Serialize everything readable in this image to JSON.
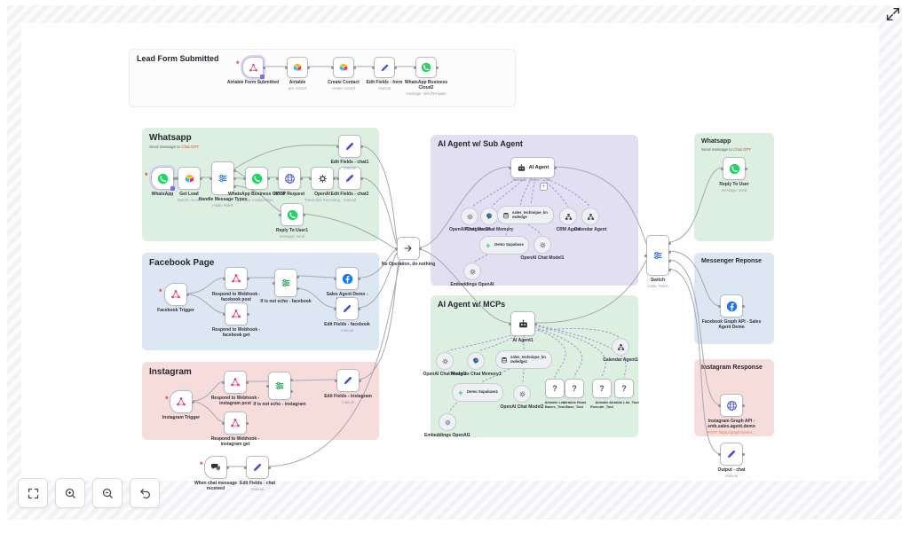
{
  "misc": {
    "qmark": "?",
    "marker": "*",
    "plus": "+"
  },
  "toolbar": {
    "buttons": [
      "fit-view",
      "zoom-in",
      "zoom-out",
      "undo"
    ]
  },
  "sections": {
    "lead_form": {
      "title": "Lead Form Submitted",
      "nodes": [
        {
          "name": "Airtable Form Submitted",
          "sub": ""
        },
        {
          "name": "Airtable",
          "sub": "get: record"
        },
        {
          "name": "Create Contact",
          "sub": "create: record"
        },
        {
          "name": "Edit Fields - form",
          "sub": "manual"
        },
        {
          "name": "WhatsApp Business Cloud2",
          "sub": "message: sendTemplate"
        }
      ]
    },
    "whatsapp_left": {
      "title": "Whatsapp",
      "subtitle": "Send message to ",
      "subtitle_link": "Chat GPT",
      "nodes": [
        {
          "name": "WhatsApp",
          "sub": ""
        },
        {
          "name": "Get Lead",
          "sub": "search: record"
        },
        {
          "name": "Handle Message Types",
          "sub": "mode: Rules"
        },
        {
          "name": "WhatsApp Business Cloud",
          "sub": "media: mediaUrlGet"
        },
        {
          "name": "HTTP Request",
          "sub": ""
        },
        {
          "name": "OpenAI",
          "sub": "Transcribe Recording"
        },
        {
          "name": "Edit Fields - chat2",
          "sub": "manual"
        },
        {
          "name": "Edit Fields - chat1",
          "sub": "manual"
        },
        {
          "name": "Reply To User1",
          "sub": "message: send"
        }
      ]
    },
    "facebook_page": {
      "title": "Facebook Page",
      "nodes": [
        {
          "name": "Facebook Trigger",
          "sub": ""
        },
        {
          "name": "Respond to Webhook - facebook post",
          "sub": ""
        },
        {
          "name": "Respond to Webhook - facebook get",
          "sub": ""
        },
        {
          "name": "If is not echo - facebook",
          "sub": ""
        },
        {
          "name": "Sales Agent Demo - typing_on",
          "sub": ""
        },
        {
          "name": "Edit Fields - facebook",
          "sub": "manual"
        }
      ]
    },
    "instagram": {
      "title": "Instagram",
      "nodes": [
        {
          "name": "Instagram Trigger",
          "sub": ""
        },
        {
          "name": "Respond to Webhook - instagram post",
          "sub": ""
        },
        {
          "name": "Respond to Webhook - instagram get",
          "sub": ""
        },
        {
          "name": "If is not echo - instagram",
          "sub": ""
        },
        {
          "name": "Edit Fields - instagram",
          "sub": "manual"
        }
      ]
    },
    "agent_sub": {
      "title": "AI Agent w/ Sub Agent",
      "agent": {
        "name": "AI Agent"
      },
      "ports": [
        "Chat Model",
        "Memory",
        "Tool"
      ],
      "nodes": [
        {
          "name": "OpenAI Chat Model"
        },
        {
          "name": "Postgres Chat Memory"
        },
        {
          "name": "sales_technique_knowledge"
        },
        {
          "name": "CRM Agent"
        },
        {
          "name": "Calendar Agent"
        },
        {
          "name": "Demo Supabase"
        },
        {
          "name": "OpenAI Chat Model1"
        },
        {
          "name": "Embeddings OpenAI"
        }
      ]
    },
    "agent_mcp": {
      "title": "AI Agent w/ MCPs",
      "agent": {
        "name": "AI Agent1"
      },
      "ports": [
        "Chat Model",
        "Memory",
        "Tool"
      ],
      "nodes": [
        {
          "name": "OpenAI Chat Model3"
        },
        {
          "name": "Postgres Chat Memory1"
        },
        {
          "name": "sales_technique_knowledge1"
        },
        {
          "name": "Calendar Agent1"
        },
        {
          "name": "Demo Supabase1"
        },
        {
          "name": "OpenAI Chat Model2"
        },
        {
          "name": "Airtable List Bases_Tool"
        },
        {
          "name": "Airtable Read Base_Tool"
        },
        {
          "name": "Airtable Execute_Tool"
        },
        {
          "name": "Airtable List_Tool"
        },
        {
          "name": "Embeddings OpenAI1"
        }
      ]
    },
    "whatsapp_right": {
      "title": "Whatsapp",
      "subtitle": "Send message to ",
      "subtitle_link": "Chat GPT",
      "nodes": [
        {
          "name": "Reply To User",
          "sub": "message: send"
        }
      ]
    },
    "messenger_response": {
      "title": "Messenger Reponse",
      "nodes": [
        {
          "name": "Facebook Graph API - Sales Agent Demo",
          "sub": ""
        }
      ]
    },
    "instagram_response": {
      "title": "Instagram Response",
      "nodes": [
        {
          "name": "Instagram Graph API - smb.sales.agent.demo",
          "sub": "POST: https://graph.facebo…"
        }
      ]
    }
  },
  "standalone": {
    "noop": {
      "name": "No Operation, do nothing"
    },
    "switch": {
      "name": "Switch",
      "sub": "mode: Rules"
    },
    "chat_trigger": {
      "name": "When chat message received"
    },
    "edit_chat": {
      "name": "Edit Fields - chat",
      "sub": "manual"
    },
    "output_chat": {
      "name": "Output - chat",
      "sub": "manual"
    }
  }
}
